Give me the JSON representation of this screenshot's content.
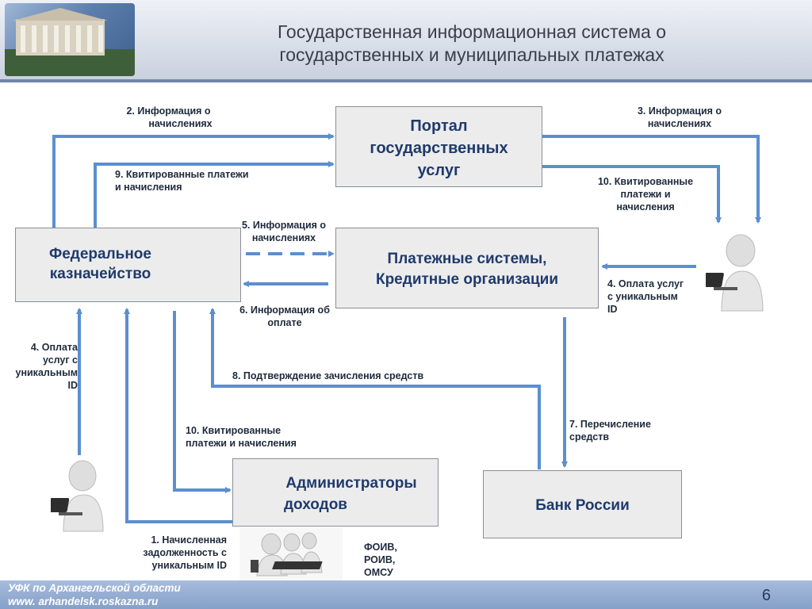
{
  "header": {
    "title_line1": "Государственная информационная система о",
    "title_line2": "государственных и муниципальных платежах"
  },
  "nodes": {
    "portal": [
      "Портал",
      "государственных",
      "услуг"
    ],
    "treasury": [
      "Федеральное",
      "казначейство"
    ],
    "payment_systems": [
      "Платежные системы,",
      "Кредитные организации"
    ],
    "administrators": [
      "Администраторы",
      "доходов"
    ],
    "bank": "Банк России"
  },
  "labels": {
    "l2": [
      "2. Информация о",
      "начислениях"
    ],
    "l3": [
      "3. Информация о",
      "начислениях"
    ],
    "l9": [
      "9. Квитированные платежи",
      "и начисления"
    ],
    "l10a": [
      "10. Квитированные",
      "платежи и",
      "начисления"
    ],
    "l5": [
      "5. Информация о",
      "начислениях"
    ],
    "l6": [
      "6. Информация об",
      "оплате"
    ],
    "l4a": [
      "4. Оплата услуг",
      "с уникальным",
      "ID"
    ],
    "l4b": [
      "4. Оплата",
      "услуг с",
      "уникальным",
      "ID"
    ],
    "l8": "8. Подтверждение зачисления средств",
    "l7": [
      "7. Перечисление",
      "средств"
    ],
    "l10b": [
      "10. Квитированные",
      "платежи и начисления"
    ],
    "l1": [
      "1. Начисленная",
      "задолженность с",
      "уникальным ID"
    ],
    "foiv": [
      "ФОИВ,",
      "РОИВ,",
      "ОМСУ"
    ]
  },
  "footer": {
    "line1": "УФК  по Архангельской области",
    "line2": " www. arhandelsk.roskazna.ru",
    "page": "6"
  },
  "colors": {
    "arrow": "#5b8fd0",
    "box_text": "#1f3a6b"
  }
}
